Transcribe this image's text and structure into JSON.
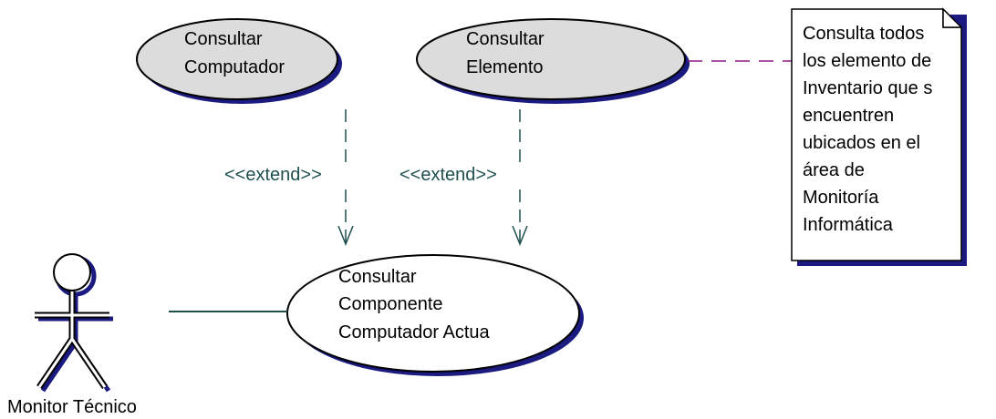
{
  "diagram": {
    "use_cases": {
      "consultar_computador": {
        "lines": [
          "Consultar",
          "Computador"
        ]
      },
      "consultar_elemento": {
        "lines": [
          "Consultar",
          "Elemento"
        ]
      },
      "consultar_componente": {
        "lines": [
          "Consultar",
          "Componente",
          "Computador Actua"
        ]
      }
    },
    "relations": {
      "extend_1": "<<extend>>",
      "extend_2": "<<extend>>"
    },
    "actor": {
      "name": "Monitor Técnico"
    },
    "note": {
      "lines": [
        "Consulta todos",
        "los elemento de",
        "Inventario que s",
        "encuentren",
        "ubicados en el",
        "área de",
        "Monitoría",
        "Informática"
      ]
    }
  },
  "colors": {
    "use_case_shaded_fill": "#dcdcdc",
    "shadow": "#1a1a80",
    "connector": "#1f4f4f",
    "note_link": "#8b1a8b"
  }
}
